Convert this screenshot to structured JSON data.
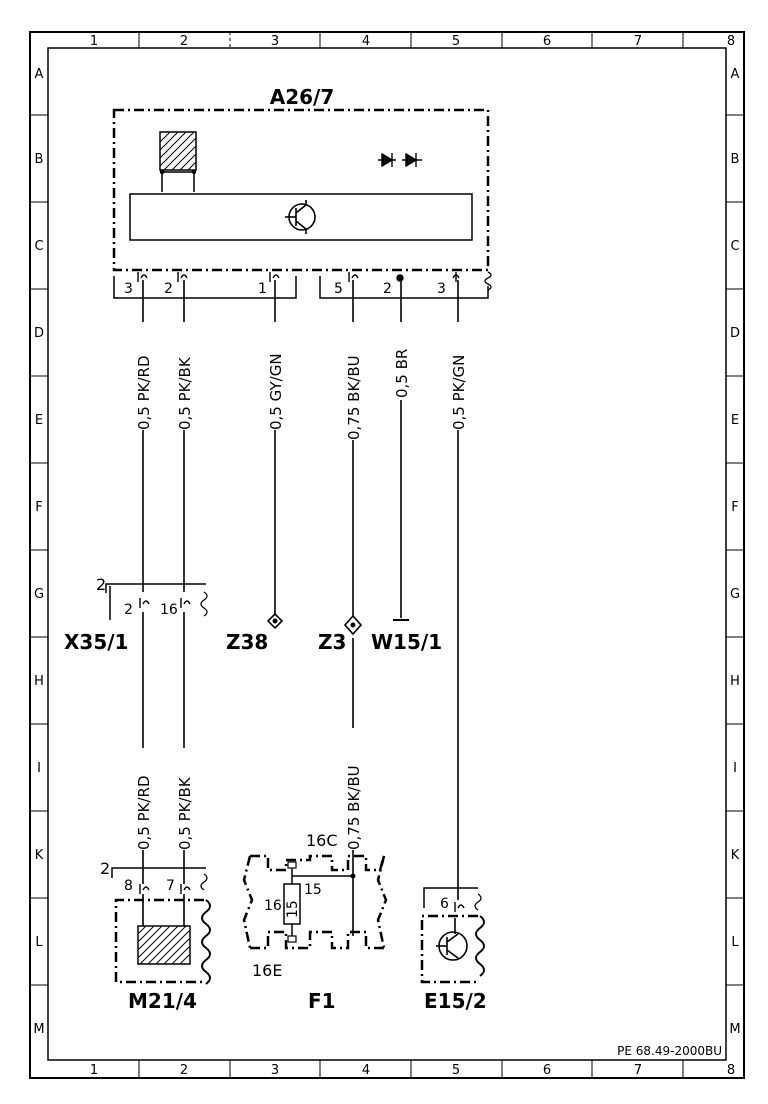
{
  "frame": {
    "columns": [
      "1",
      "2",
      "3",
      "4",
      "5",
      "6",
      "7",
      "8"
    ],
    "rows": [
      "A",
      "B",
      "C",
      "D",
      "E",
      "F",
      "G",
      "H",
      "I",
      "K",
      "L",
      "M"
    ],
    "ref_code": "PE 68.49-2000BU"
  },
  "components": {
    "a26_7": "A26/7",
    "x35_1": "X35/1",
    "z38": "Z38",
    "z3": "Z3",
    "w15_1": "W15/1",
    "m21_4": "M21/4",
    "f1": "F1",
    "e15_2": "E15/2"
  },
  "pins": {
    "a26_left": [
      "3",
      "2",
      "1"
    ],
    "a26_right": [
      "5",
      "2",
      "3"
    ],
    "x35_group": "2",
    "x35_pins": [
      "2",
      "16"
    ],
    "m21_group": "2",
    "m21_pins": [
      "8",
      "7"
    ],
    "e15_pin": "6"
  },
  "wires": {
    "w1_top": "0,5 PK/RD",
    "w2_top": "0,5 PK/BK",
    "w3": "0,5 GY/GN",
    "w4": "0,75 BK/BU",
    "w5": "0,5 BR",
    "w6": "0,5 PK/GN",
    "w1_bottom": "0,5 PK/RD",
    "w2_bottom": "0,5 PK/BK",
    "w4_bottom": "0,75 BK/BU"
  },
  "fuse": {
    "label_16c": "16C",
    "label_16": "16",
    "label_15": "15",
    "fuse_value": "15",
    "label_16e": "16E"
  }
}
